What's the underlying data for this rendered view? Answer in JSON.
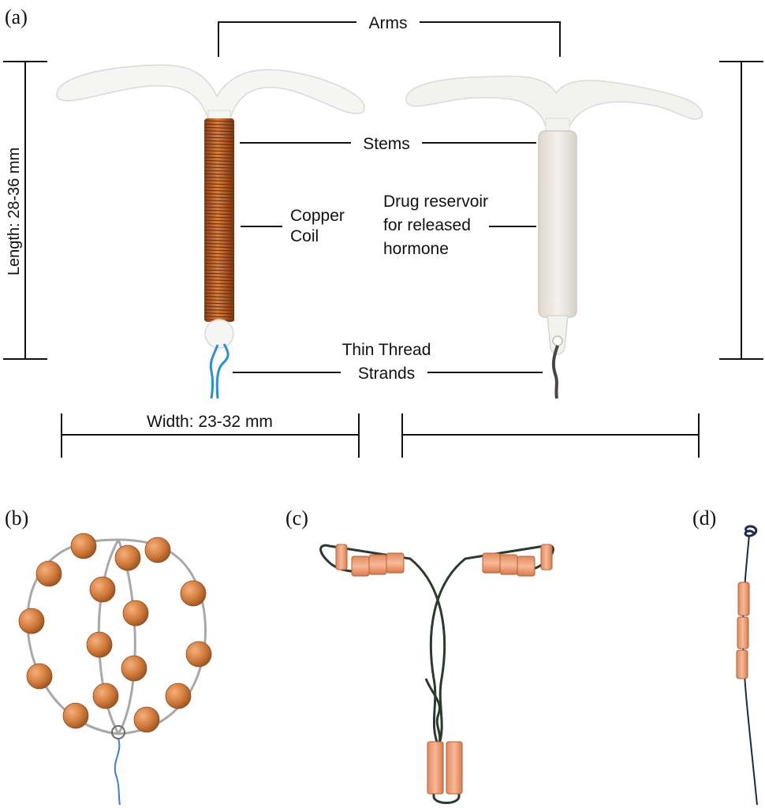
{
  "panels": {
    "a": "(a)",
    "b": "(b)",
    "c": "(c)",
    "d": "(d)"
  },
  "labels": {
    "arms": "Arms",
    "stems": "Stems",
    "copper_line1": "Copper",
    "copper_line2": "Coil",
    "reservoir_line1": "Drug reservoir",
    "reservoir_line2": "for released",
    "reservoir_line3": "hormone",
    "thread_line1": "Thin Thread",
    "thread_line2": "Strands",
    "width": "Width: 23-32 mm",
    "length": "Length: 28-36 mm"
  },
  "colors": {
    "copper": "#b8622b",
    "copper_light": "#e3935a",
    "bead": "#d4834a",
    "plastic_white": "#f3f3f1",
    "reservoir": "#ece9e2",
    "blue_thread": "#2a8fd6",
    "dark_wire": "#2b3a2c",
    "navy_thread": "#1e2a4a",
    "wire_grey": "#9a9a9a",
    "tube": "#eda07a"
  }
}
